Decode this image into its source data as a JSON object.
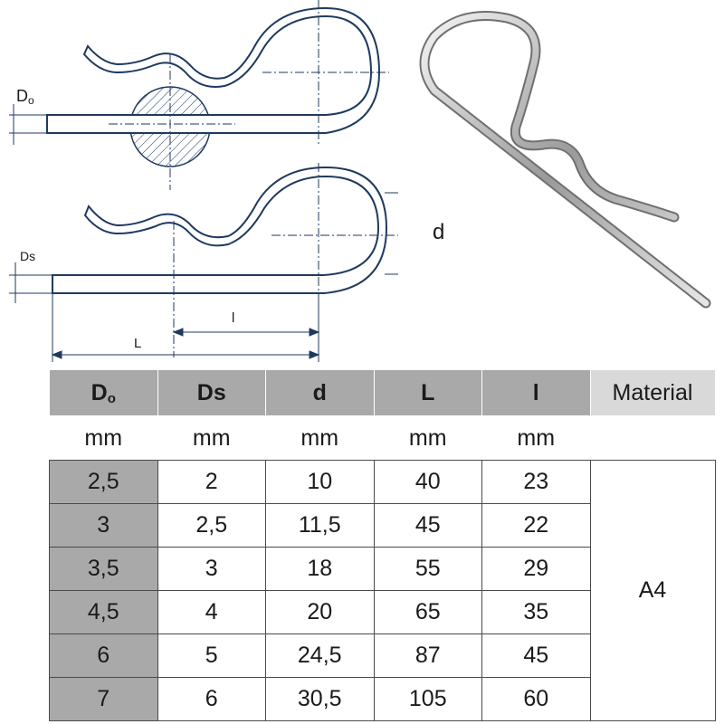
{
  "drawing": {
    "label_Do": "D",
    "label_Do_sub": "o",
    "label_Ds": "Ds",
    "label_d": "d",
    "label_l": "l",
    "label_L": "L"
  },
  "table": {
    "headers": [
      {
        "main": "D",
        "sub": "o"
      },
      {
        "main": "Ds",
        "sub": ""
      },
      {
        "main": "d",
        "sub": ""
      },
      {
        "main": "L",
        "sub": ""
      },
      {
        "main": "l",
        "sub": ""
      }
    ],
    "material_header": "Material",
    "units": [
      "mm",
      "mm",
      "mm",
      "mm",
      "mm"
    ],
    "rows": [
      [
        "2,5",
        "2",
        "10",
        "40",
        "23"
      ],
      [
        "3",
        "2,5",
        "11,5",
        "45",
        "22"
      ],
      [
        "3,5",
        "3",
        "18",
        "55",
        "29"
      ],
      [
        "4,5",
        "4",
        "20",
        "65",
        "35"
      ],
      [
        "6",
        "5",
        "24,5",
        "87",
        "45"
      ],
      [
        "7",
        "6",
        "30,5",
        "105",
        "60"
      ]
    ],
    "material_value": "A4"
  },
  "colors": {
    "drawing_line": "#1f3a5f",
    "header_gray": "#a9a9a9",
    "material_header_gray": "#d9d9d9"
  }
}
